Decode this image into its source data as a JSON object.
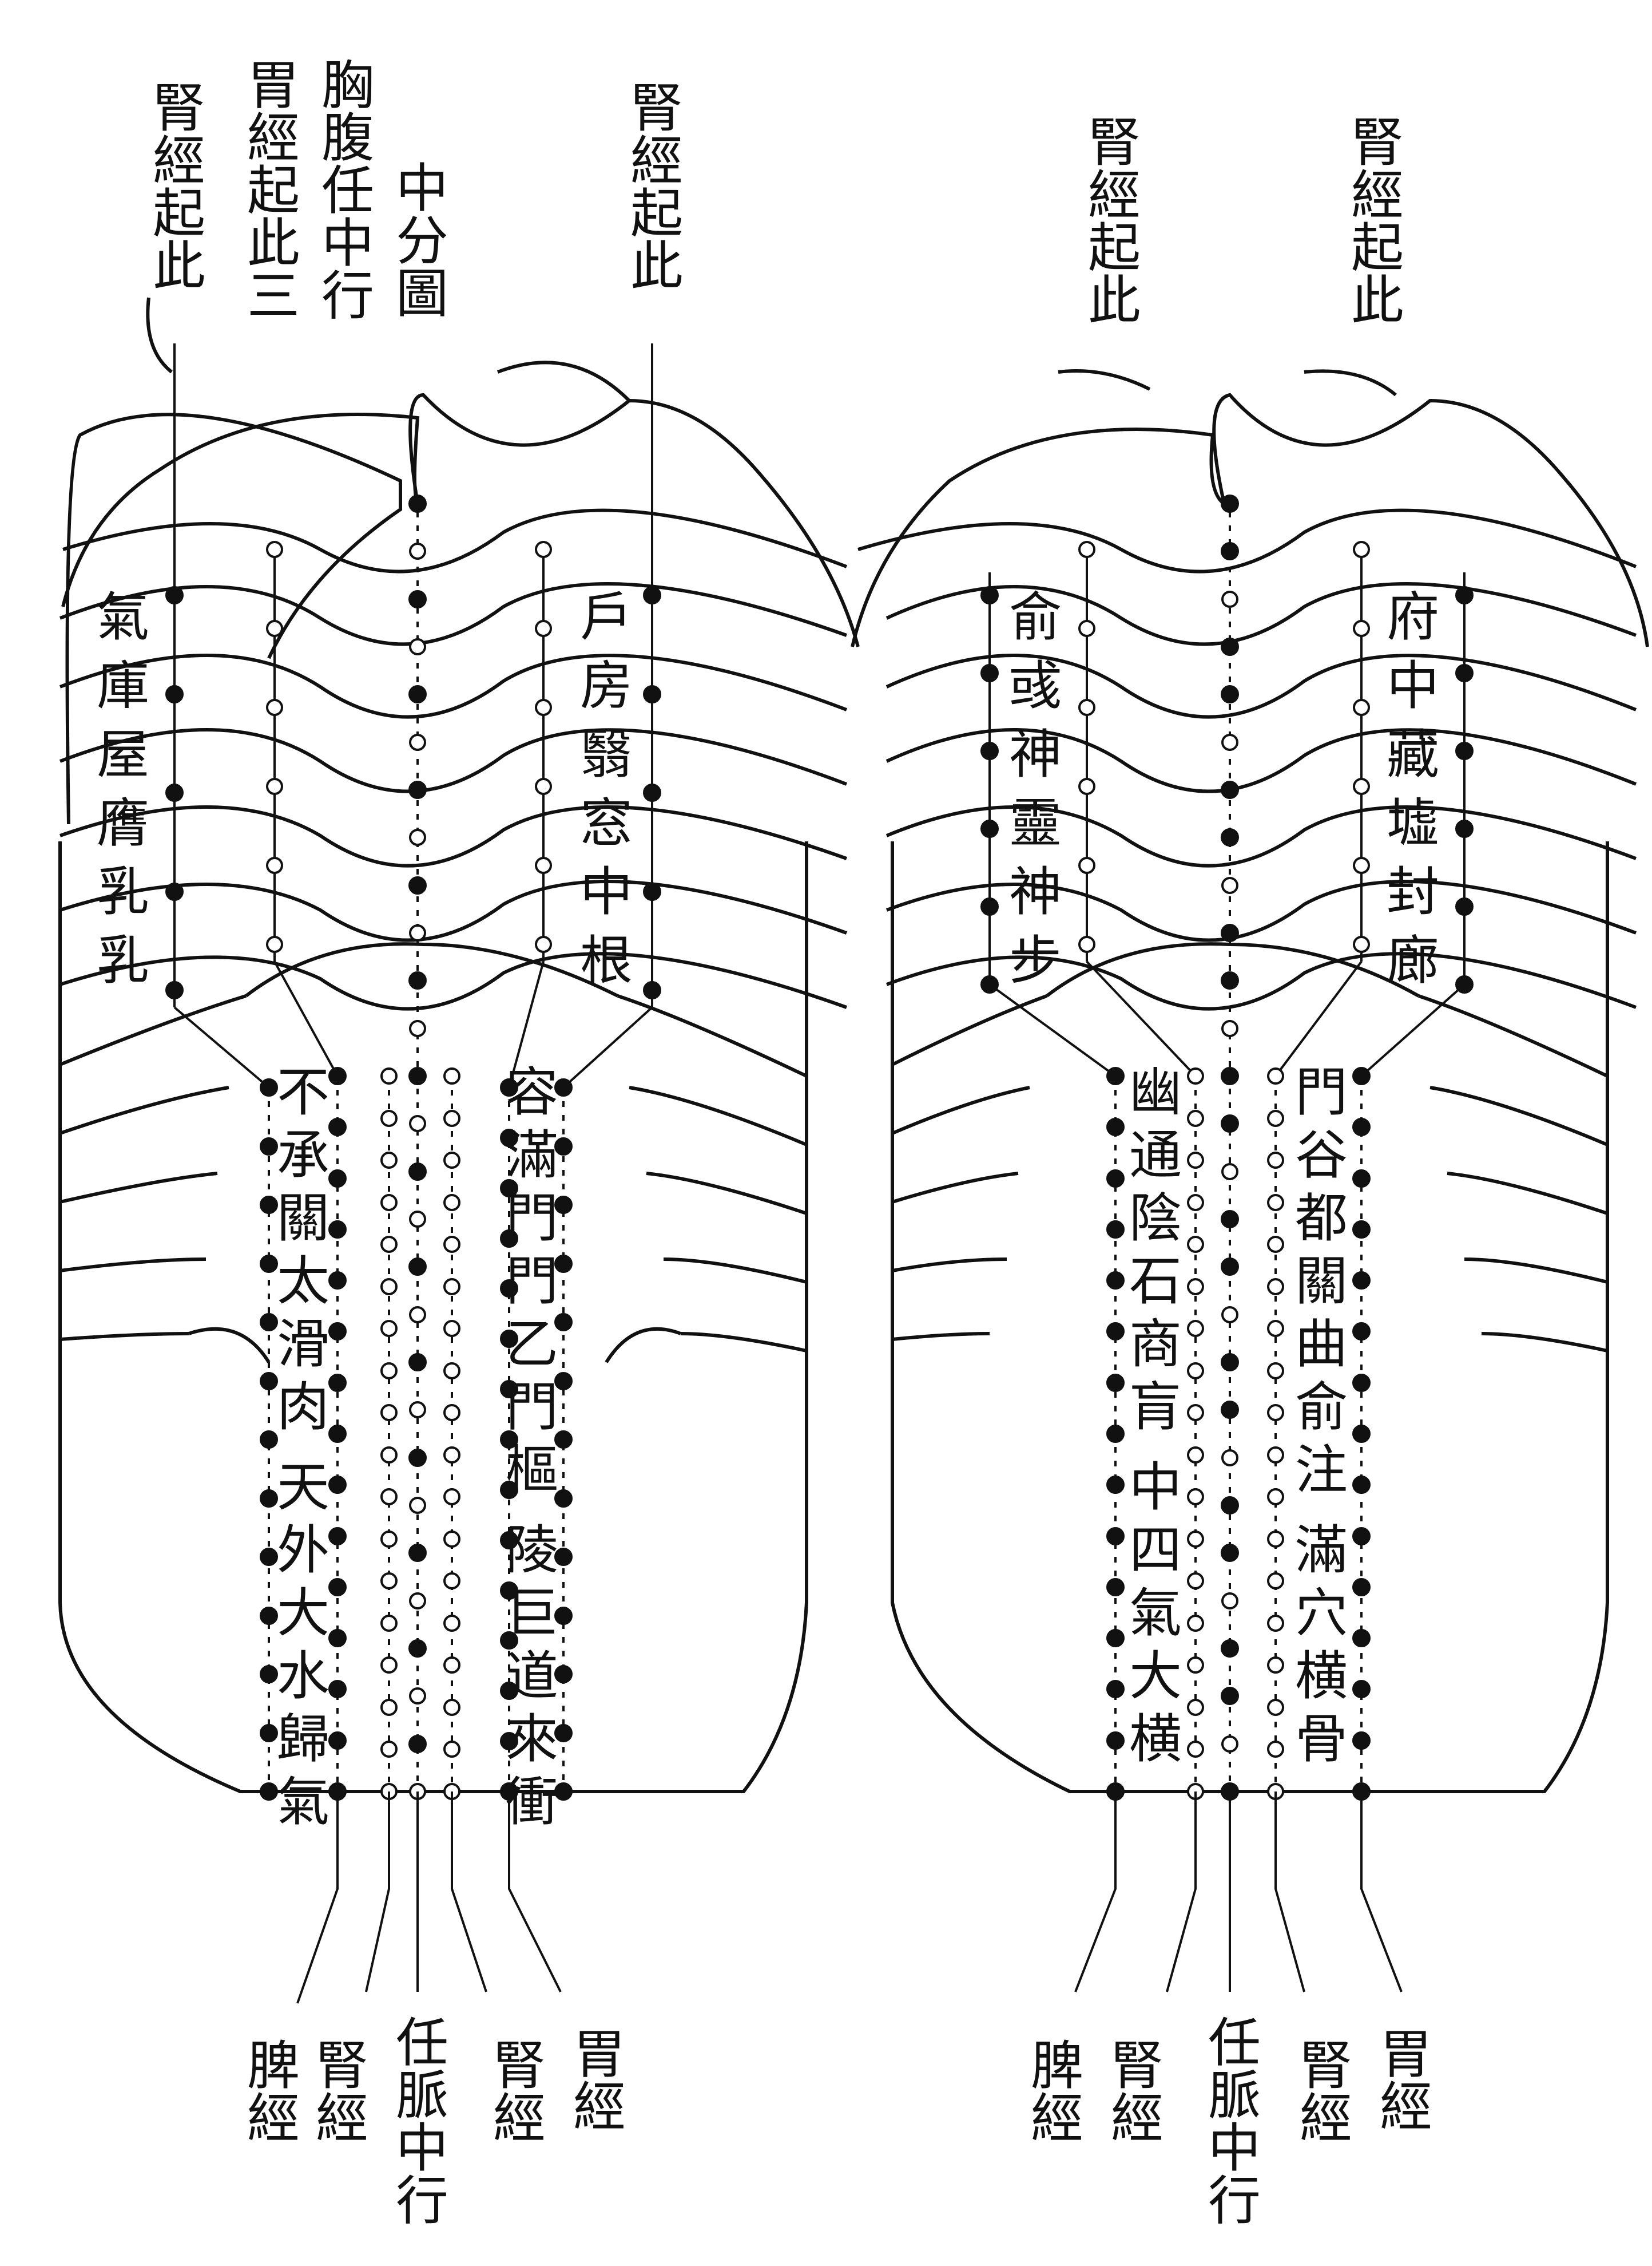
{
  "left_figure": {
    "header_labels": [
      {
        "id": "kidney-meridian-label",
        "text": "腎經起此"
      },
      {
        "id": "center-title",
        "text": "胃經起此三"
      },
      {
        "id": "center-title-2",
        "text": "胸腹任中行"
      },
      {
        "id": "center-title-3",
        "text": "中分圖"
      },
      {
        "id": "right-meridian-label",
        "text": "腎經起此"
      }
    ],
    "chest_points_left": [
      "氣",
      "庫",
      "屋",
      "膺",
      "乳",
      "乳"
    ],
    "chest_points_right": [
      "戶",
      "房",
      "翳",
      "窓",
      "中",
      "根"
    ],
    "abdomen_col_1": [
      "不",
      "承",
      "關",
      "太",
      "滑",
      "肉"
    ],
    "abdomen_col_2": [
      "容",
      "滿",
      "門",
      "門",
      "乙",
      "門",
      "樞"
    ],
    "abdomen_col_3": [
      "天",
      "外",
      "大",
      "水",
      "歸",
      "氣"
    ],
    "abdomen_col_4": [
      "陵",
      "巨",
      "道",
      "來",
      "衝"
    ],
    "bottom_labels": [
      "脾經",
      "腎經",
      "任脈中行",
      "腎經",
      "胃經"
    ]
  },
  "right_figure": {
    "header_labels": [
      {
        "id": "right-fig-left-label",
        "text": "腎經起此"
      },
      {
        "id": "right-fig-right-label",
        "text": "腎經起此"
      }
    ],
    "chest_points_left": [
      "俞",
      "彧",
      "神",
      "靈",
      "神",
      "步"
    ],
    "chest_points_right": [
      "府",
      "中",
      "藏",
      "墟",
      "封",
      "廊"
    ],
    "abdomen_col_1": [
      "幽",
      "通",
      "陰",
      "石",
      "商",
      "肓"
    ],
    "abdomen_col_2": [
      "門",
      "谷",
      "都",
      "關",
      "曲",
      "俞",
      "注"
    ],
    "abdomen_col_3": [
      "中",
      "四",
      "氣",
      "大",
      "横"
    ],
    "abdomen_col_4": [
      "滿",
      "穴",
      "横",
      "骨"
    ],
    "bottom_labels": [
      "脾經",
      "腎經",
      "任脈中行",
      "腎經",
      "胃經"
    ]
  },
  "colors": {
    "ink": "#111111",
    "paper": "#ffffff"
  }
}
